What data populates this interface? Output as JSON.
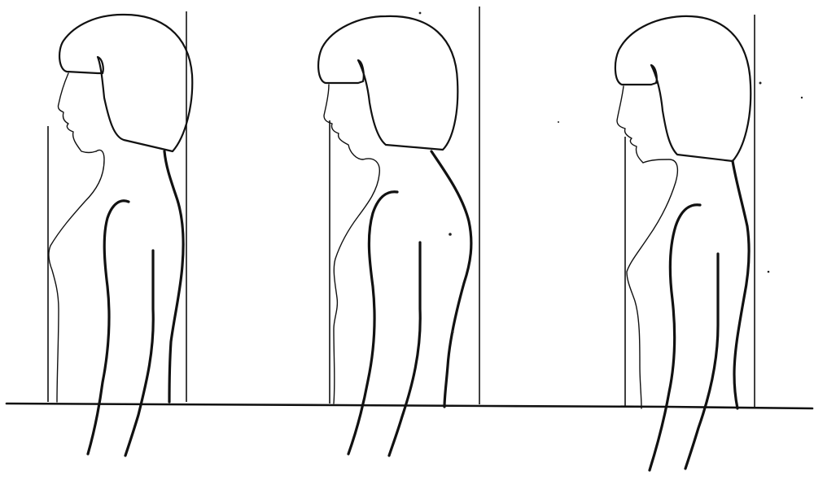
{
  "diagram": {
    "figures": [
      {
        "id": "figure-1"
      },
      {
        "id": "figure-2"
      },
      {
        "id": "figure-3"
      }
    ],
    "line_color": "#111111",
    "background": "#ffffff"
  }
}
